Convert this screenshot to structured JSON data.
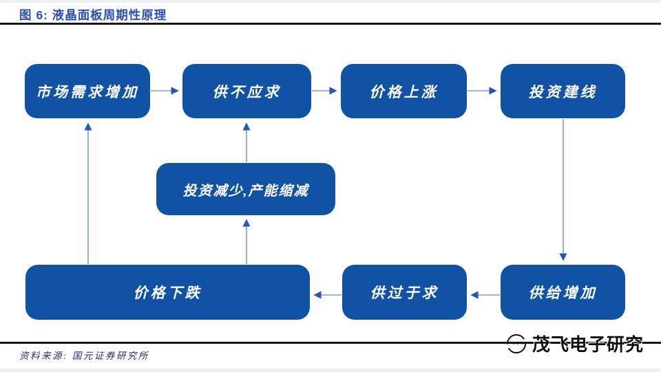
{
  "header": {
    "title": "图 6: 液晶面板周期性原理"
  },
  "diagram": {
    "nodes": [
      {
        "id": "market-demand-increase",
        "label": "市场需求增加"
      },
      {
        "id": "supply-shortage",
        "label": "供不应求"
      },
      {
        "id": "price-rise",
        "label": "价格上涨"
      },
      {
        "id": "investment-build-lines",
        "label": "投资建线"
      },
      {
        "id": "investment-decrease-capacity-cut",
        "label": "投资减少,产能缩减"
      },
      {
        "id": "price-fall",
        "label": "价格下跌"
      },
      {
        "id": "oversupply",
        "label": "供过于求"
      },
      {
        "id": "supply-increase",
        "label": "供给增加"
      }
    ],
    "edges": [
      {
        "from": "市场需求增加",
        "to": "供不应求",
        "direction": "right"
      },
      {
        "from": "供不应求",
        "to": "价格上涨",
        "direction": "right"
      },
      {
        "from": "价格上涨",
        "to": "投资建线",
        "direction": "right"
      },
      {
        "from": "投资建线",
        "to": "供给增加",
        "direction": "down"
      },
      {
        "from": "供给增加",
        "to": "供过于求",
        "direction": "left"
      },
      {
        "from": "供过于求",
        "to": "价格下跌",
        "direction": "left"
      },
      {
        "from": "价格下跌",
        "to": "市场需求增加",
        "direction": "up"
      },
      {
        "from": "价格下跌",
        "to": "投资减少,产能缩减",
        "direction": "up"
      },
      {
        "from": "投资减少,产能缩减",
        "to": "供不应求",
        "direction": "up"
      }
    ]
  },
  "footer": {
    "source": "资料来源: 国元证券研究所"
  },
  "watermark": {
    "text": "茂飞电子研究",
    "logo": "circle-face-logo"
  },
  "colors": {
    "node_fill": "#1252a4",
    "node_text": "#ffffff",
    "title_text": "#2b4eb9",
    "arrow_line": "#8598c8",
    "arrow_head": "#2a55b8",
    "top_rule": "#14141c",
    "bottom_rule": "#141414",
    "source_text": "#23306b",
    "watermark_text": "#0e0e0e"
  }
}
